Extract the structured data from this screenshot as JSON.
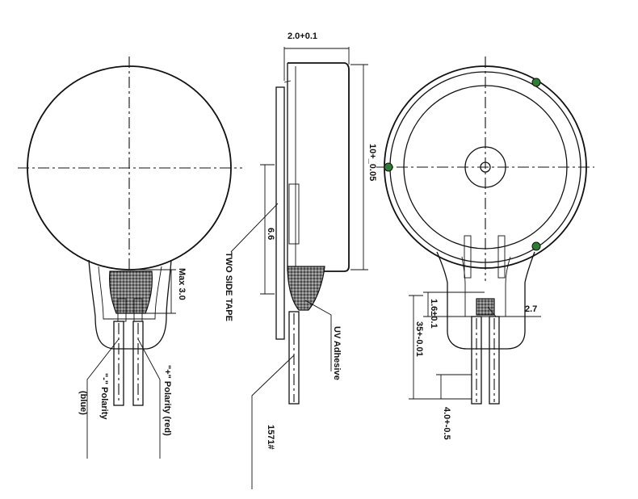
{
  "labels": {
    "width_dim": "2.0+0.1",
    "diameter_dim": "10+_0.05",
    "tape_height_dim": "6.6",
    "max_dim": "Max 3.0",
    "tape_label": "TWO SIDE TAPE",
    "uv_label": "UV Adhesive",
    "wire_label": "1571#",
    "pos_polarity": "\"+\" Polarity (red)",
    "neg_polarity": "\"-\" Polarity",
    "neg_color": "(blue)",
    "pad_dim": "1.6±0.1",
    "length_dim": "35+-0.01",
    "spacing_dim": "2.7",
    "strip_dim": "4.0+-0.5"
  },
  "colors": {
    "line": "#111111",
    "solder_dot": "#2e7d32",
    "background": "#ffffff"
  }
}
